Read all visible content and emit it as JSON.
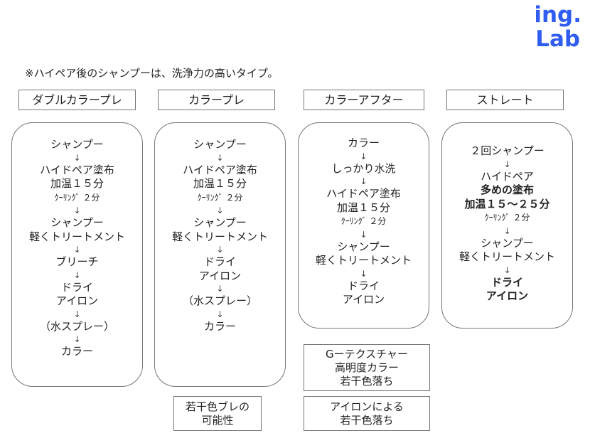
{
  "logo": {
    "line1": "ing.",
    "line2": "Lab"
  },
  "note": "※ハイペア後のシャンプーは、洗浄力の高いタイプ。",
  "arrow": "↓",
  "columns": [
    {
      "header": "ダブルカラープレ",
      "steps": [
        "シャンプー",
        "↓",
        "ハイドペア塗布",
        "加温１５分",
        "ｸｰﾘﾝｸﾞ ２分",
        "↓",
        "シャンプー",
        "軽くトリートメント",
        "↓",
        "ブリーチ",
        "↓",
        "ドライ",
        "アイロン",
        "↓",
        "（水スプレー）",
        "↓",
        "カラー"
      ]
    },
    {
      "header": "カラープレ",
      "steps": [
        "シャンプー",
        "↓",
        "ハイドペア塗布",
        "加温１５分",
        "ｸｰﾘﾝｸﾞ ２分",
        "↓",
        "シャンプー",
        "軽くトリートメント",
        "↓",
        "ドライ",
        "アイロン",
        "↓",
        "（水スプレー）",
        "↓",
        "カラー"
      ],
      "notes": [
        [
          "若干色ブレの",
          "可能性"
        ]
      ]
    },
    {
      "header": "カラーアフター",
      "steps": [
        "カラー",
        "↓",
        "しっかり水洗",
        "↓",
        "ハイドペア塗布",
        "加温１５分",
        "ｸｰﾘﾝｸﾞ ２分",
        "↓",
        "シャンプー",
        "軽くトリートメント",
        "↓",
        "ドライ",
        "アイロン"
      ],
      "notes": [
        [
          "Gーテクスチャー",
          "高明度カラー",
          "若干色落ち"
        ],
        [
          "アイロンによる",
          "若干色落ち"
        ]
      ]
    },
    {
      "header": "ストレート",
      "steps": [
        "２回シャンプー",
        "↓",
        "ハイドペア",
        "多めの塗布",
        "加温１５～２５分",
        "ｸｰﾘﾝｸﾞ ２分",
        "↓",
        "シャンプー",
        "軽くトリートメント",
        "↓",
        "ドライ",
        "アイロン"
      ]
    }
  ]
}
